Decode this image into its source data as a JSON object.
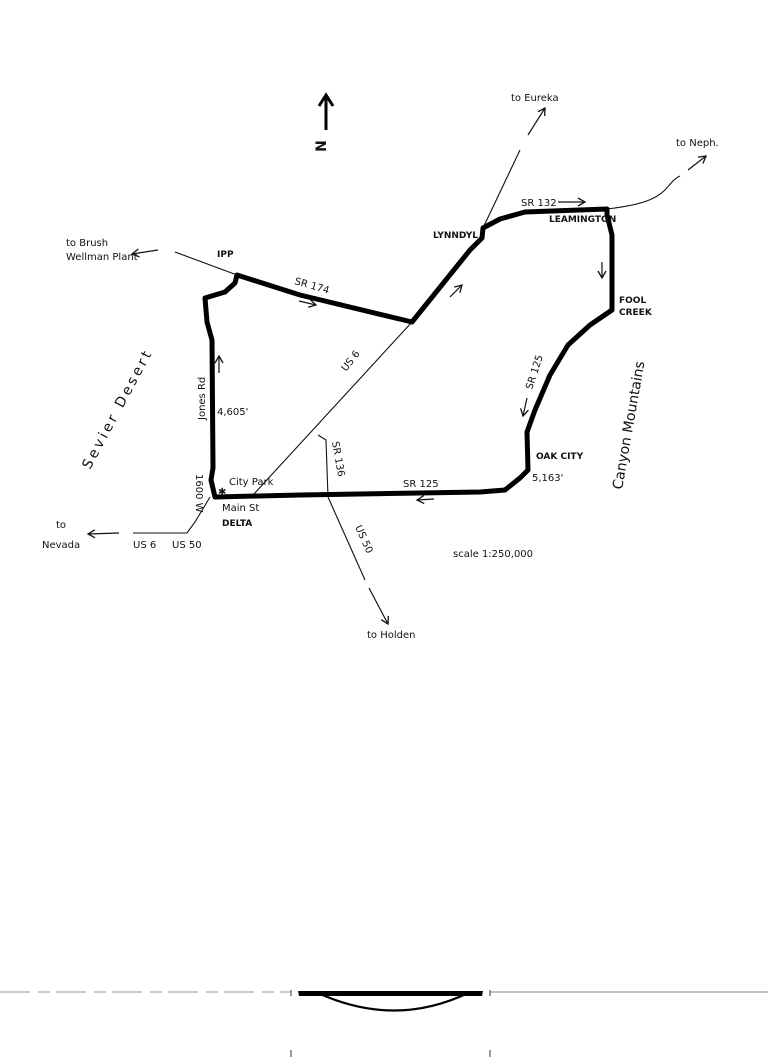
{
  "map": {
    "north_label": "N",
    "scale": "scale 1:250,000",
    "colors": {
      "ink": "#111111",
      "paper": "#ffffff"
    },
    "places": {
      "ipp": "IPP",
      "lynndyl": "LYNNDYL",
      "leamington": "LEAMINGTON",
      "fool_creek_1": "FOOL",
      "fool_creek_2": "CREEK",
      "oak_city": "OAK CITY",
      "oak_city_elev": "5,163'",
      "delta": "DELTA",
      "city_park": "City Park",
      "main_st": "Main St",
      "delta_elev": "4,605'"
    },
    "regions": {
      "sevier_desert": "Sevier Desert",
      "canyon_mountains": "Canyon Mountains"
    },
    "roads": {
      "sr174": "SR 174",
      "us6_diag": "US 6",
      "sr132": "SR 132",
      "sr125_east": "SR 125",
      "sr125_south": "SR 125",
      "sr136": "SR 136",
      "us50": "US 50",
      "jones_rd": "Jones Rd",
      "w1600": "1600 W",
      "us6_west": "US 6",
      "us50_west": "US 50"
    },
    "destinations": {
      "eureka": "to Eureka",
      "nephi": "to Neph.",
      "brush_1": "to Brush",
      "brush_2": "Wellman Plant",
      "nevada_1": "to",
      "nevada_2": "Nevada",
      "holden": "to Holden"
    }
  }
}
